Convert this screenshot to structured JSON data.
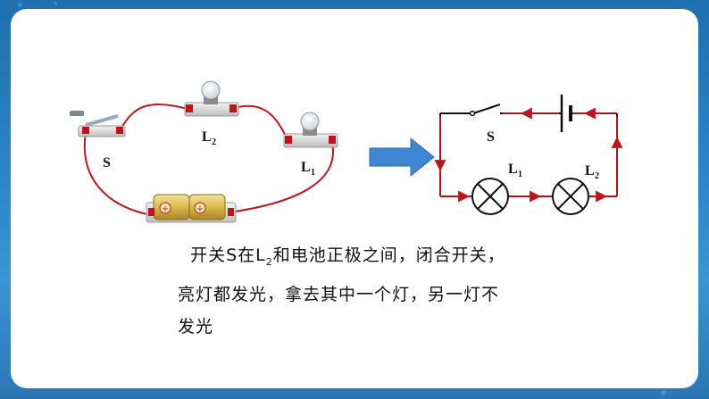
{
  "left_circuit": {
    "switch_label": "S",
    "lamp2_label": "L",
    "lamp2_sub": "2",
    "lamp1_label": "L",
    "lamp1_sub": "1"
  },
  "schematic": {
    "switch_label": "S",
    "lamp1_label": "L",
    "lamp1_sub": "1",
    "lamp2_label": "L",
    "lamp2_sub": "2"
  },
  "caption": {
    "part1": "开关S在L",
    "sub": "2",
    "part2": "和电池正极之间，闭合开关，",
    "line2": "亮灯都发光，拿去其中一个灯，另一灯不",
    "line3": "发光"
  },
  "colors": {
    "wire_red": "#c0141c",
    "arrow_blue": "#3f86d4",
    "battery_gold": "#d8b84a"
  }
}
